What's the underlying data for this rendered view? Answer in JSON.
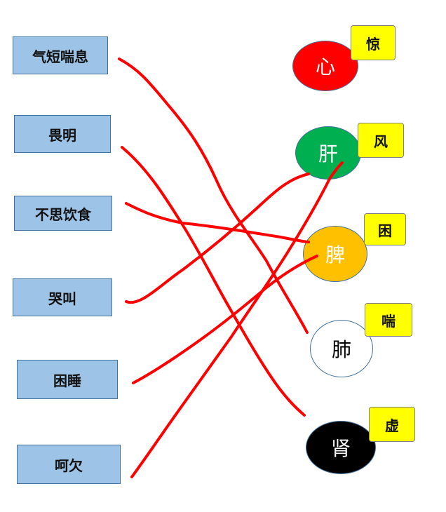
{
  "left_items": [
    {
      "label": "气短喘息"
    },
    {
      "label": "畏明"
    },
    {
      "label": "不思饮食"
    },
    {
      "label": "哭叫"
    },
    {
      "label": "困睡"
    },
    {
      "label": "呵欠"
    }
  ],
  "organs": [
    {
      "label": "心",
      "fill": "#ff0000",
      "text_color": "#ffffff",
      "tag": "惊"
    },
    {
      "label": "肝",
      "fill": "#00b050",
      "text_color": "#ffffff",
      "tag": "风"
    },
    {
      "label": "脾",
      "fill": "#ffc000",
      "text_color": "#ffffff",
      "tag": "困"
    },
    {
      "label": "肺",
      "fill": "#ffffff",
      "text_color": "#000000",
      "tag": "喘"
    },
    {
      "label": "肾",
      "fill": "#000000",
      "text_color": "#ffffff",
      "tag": "虚"
    }
  ],
  "colors": {
    "box_fill": "#9dc3e6",
    "box_border": "#41719c",
    "tag_fill": "#ffff00",
    "line": "#ff0000"
  }
}
